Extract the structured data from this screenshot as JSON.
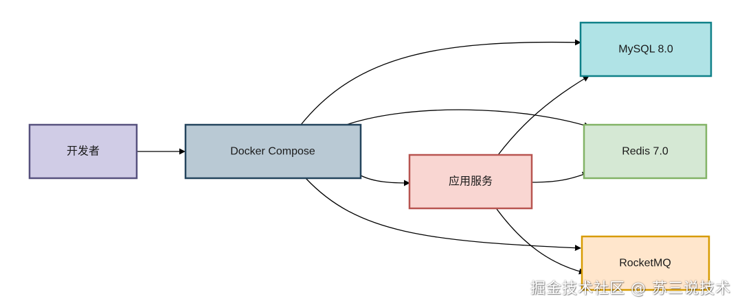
{
  "diagram": {
    "nodes": {
      "developer": {
        "label": "开发者",
        "fill": "#d0cce6",
        "stroke": "#56517e"
      },
      "compose": {
        "label": "Docker Compose",
        "fill": "#b9c9d4",
        "stroke": "#23445d"
      },
      "app": {
        "label": "应用服务",
        "fill": "#f9d6d2",
        "stroke": "#b85450"
      },
      "mysql": {
        "label": "MySQL 8.0",
        "fill": "#b0e3e6",
        "stroke": "#0e8088"
      },
      "redis": {
        "label": "Redis 7.0",
        "fill": "#d5e8d4",
        "stroke": "#82b366"
      },
      "rocketmq": {
        "label": "RocketMQ",
        "fill": "#ffe6cc",
        "stroke": "#d79b00"
      }
    },
    "edges": [
      {
        "from": "developer",
        "to": "compose"
      },
      {
        "from": "compose",
        "to": "mysql"
      },
      {
        "from": "compose",
        "to": "redis"
      },
      {
        "from": "compose",
        "to": "app"
      },
      {
        "from": "compose",
        "to": "rocketmq"
      },
      {
        "from": "app",
        "to": "mysql"
      },
      {
        "from": "app",
        "to": "redis"
      },
      {
        "from": "app",
        "to": "rocketmq"
      }
    ],
    "edge_color": "#000000"
  },
  "watermark": "掘金技术社区 @ 苏三说技术"
}
